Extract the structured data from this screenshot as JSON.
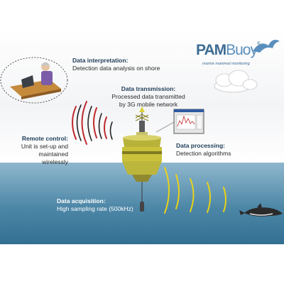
{
  "logo": {
    "name_part1": "PAM",
    "name_part2": "Buoy",
    "registered": "®",
    "tagline": "marine mammal monitoring"
  },
  "labels": {
    "interpretation": {
      "title": "Data interpretation:",
      "desc": "Detection data analysis on shore"
    },
    "transmission": {
      "title": "Data transmission:",
      "line1": "Processed data transmitted",
      "line2": "by 3G mobile network"
    },
    "remote": {
      "title": "Remote control:",
      "line1": "Unit is set-up and",
      "line2": "maintained wirelessly"
    },
    "processing": {
      "title": "Data processing:",
      "desc": "Detection algorithms"
    },
    "acquisition": {
      "title": "Data acquisition:",
      "desc": "High sampling rate (500kHz)"
    }
  },
  "colors": {
    "sea": "#4d87a7",
    "wave_red": "#c0282d",
    "wave_black": "#222222",
    "wave_yellow": "#e8d21a",
    "buoy": "#c9c23a"
  }
}
